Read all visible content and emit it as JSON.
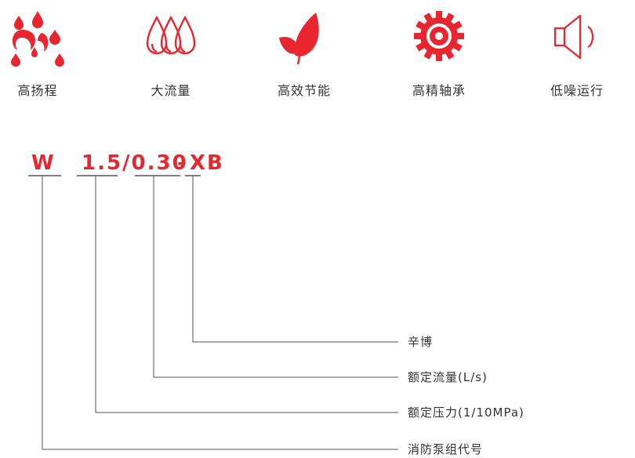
{
  "accent_color": "#e8262f",
  "features": [
    {
      "icon": "water-drops-icon",
      "label": "高扬程"
    },
    {
      "icon": "triple-drop-icon",
      "label": "大流量"
    },
    {
      "icon": "leaf-icon",
      "label": "高效节能"
    },
    {
      "icon": "gear-icon",
      "label": "高精轴承"
    },
    {
      "icon": "speaker-icon",
      "label": "低噪运行"
    }
  ],
  "model_code": {
    "prefix": "W",
    "flow_pressure": "1.5/0.30",
    "dash": "-",
    "suffix": "XB"
  },
  "legend": {
    "suffix_meaning": "辛博",
    "flow_meaning": "额定流量(L/s)",
    "pressure_meaning": "额定压力(1/10MPa)",
    "prefix_meaning": "消防泵组代号"
  }
}
